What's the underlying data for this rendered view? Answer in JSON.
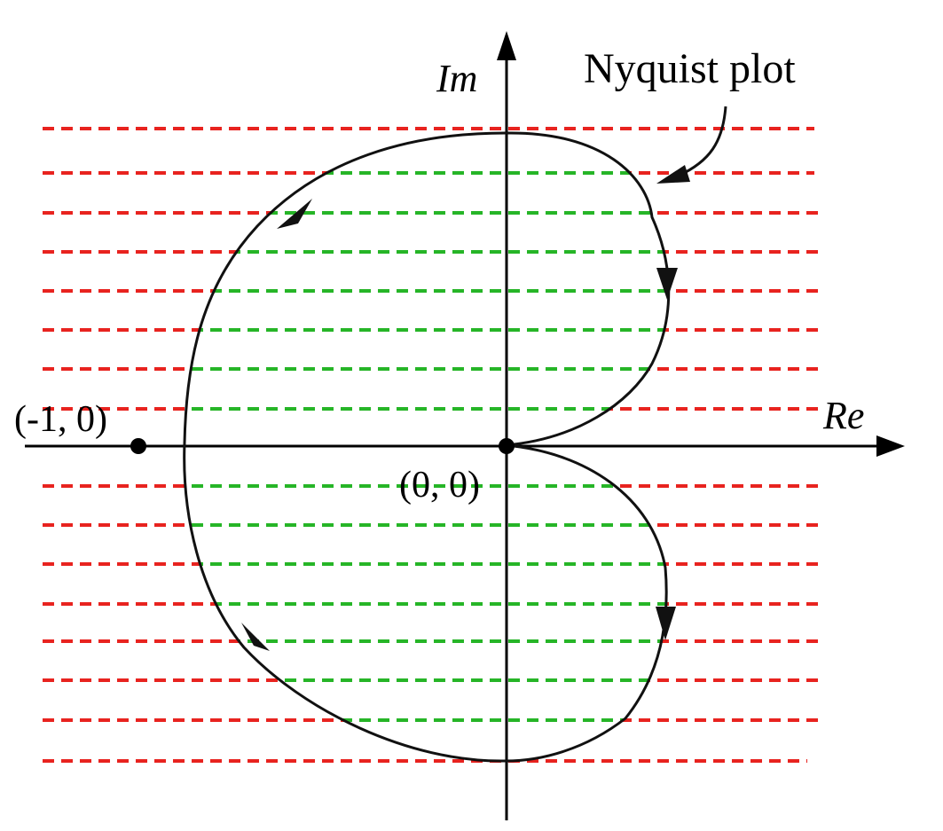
{
  "labels": {
    "title": "Nyquist plot",
    "imaginary_axis": "Im",
    "real_axis": "Re",
    "critical_point": "(-1, 0)",
    "origin": "(0, 0)"
  },
  "colors": {
    "outside_dashes": "#e8231f",
    "inside_dashes": "#26b527",
    "curve": "#111111",
    "axes": "#000000"
  }
}
